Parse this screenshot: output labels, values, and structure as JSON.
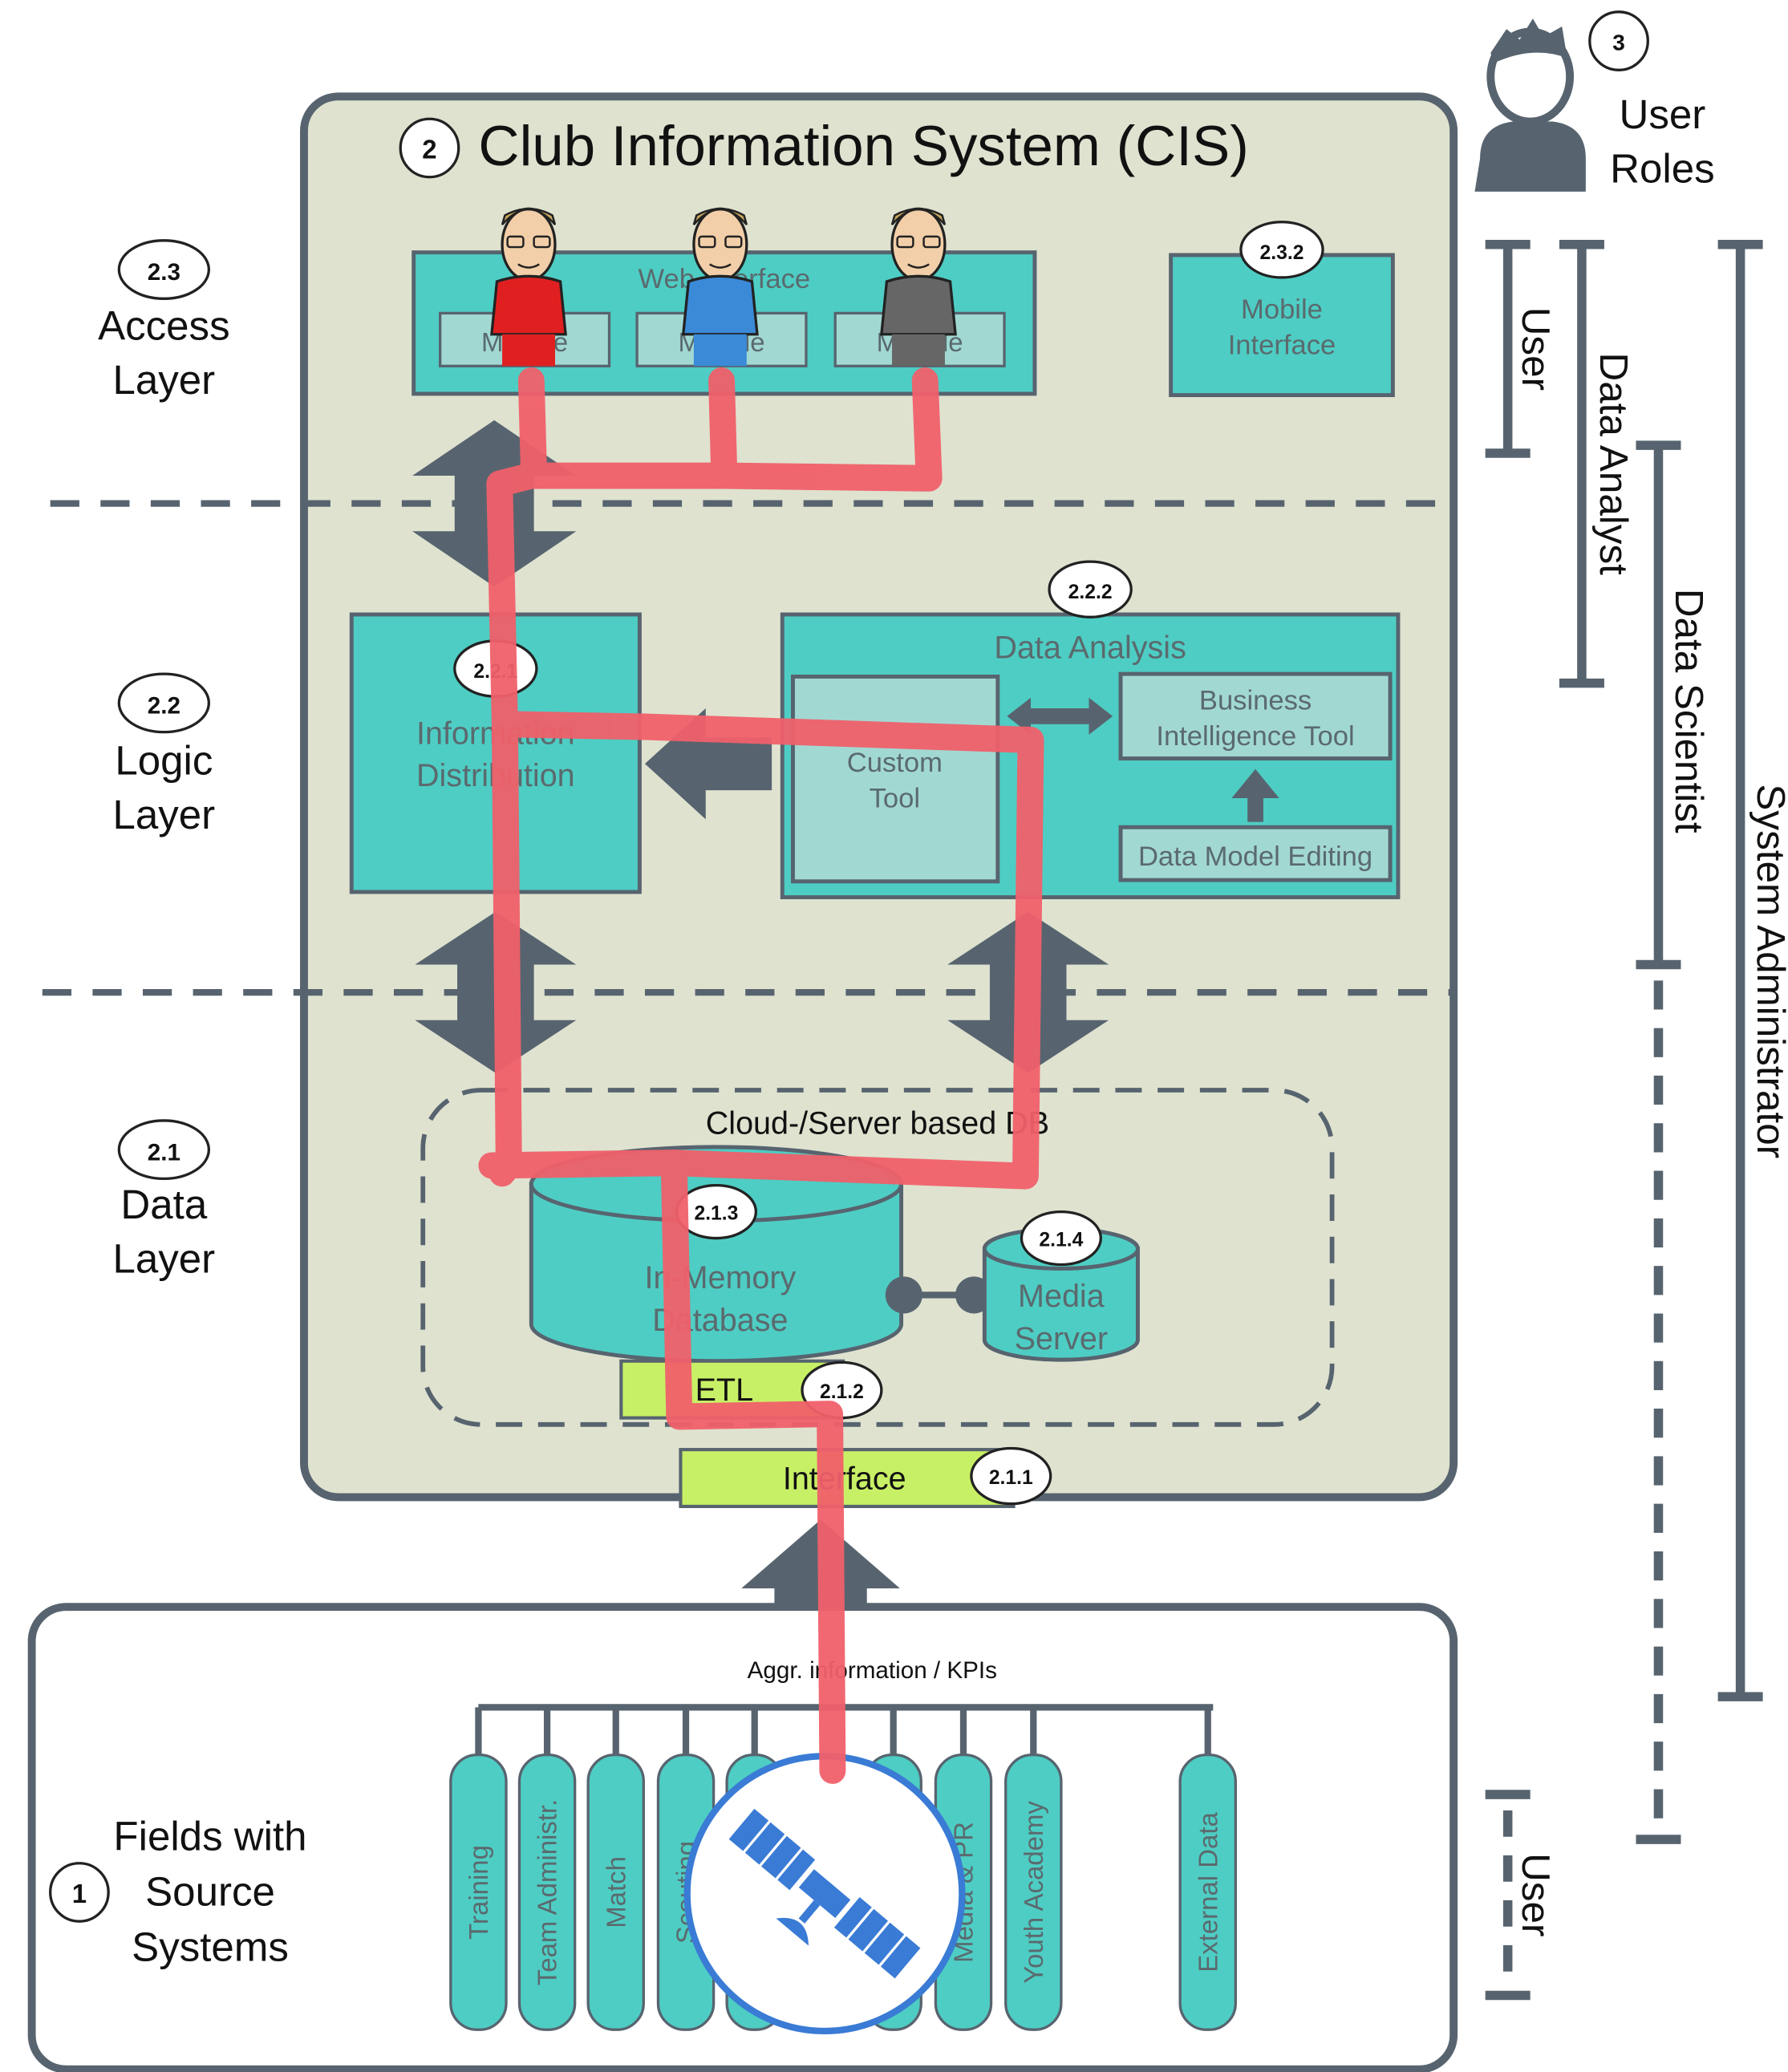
{
  "title": "Club Information System (CIS)",
  "title_badge": "2",
  "user_roles": {
    "badge": "3",
    "label_line1": "User",
    "label_line2": "Roles"
  },
  "layers": {
    "access": {
      "badge": "2.3",
      "line1": "Access",
      "line2": "Layer"
    },
    "logic": {
      "badge": "2.2",
      "line1": "Logic",
      "line2": "Layer"
    },
    "data": {
      "badge": "2.1",
      "line1": "Data",
      "line2": "Layer"
    }
  },
  "access_layer": {
    "web_interface": "Web Interface",
    "modules": [
      "Module",
      "Module",
      "Module"
    ],
    "mobile_interface": {
      "badge": "2.3.2",
      "line1": "Mobile",
      "line2": "Interface"
    }
  },
  "logic_layer": {
    "info_distribution": {
      "badge": "2.2.1",
      "line1": "Information",
      "line2": "Distribution"
    },
    "data_analysis": {
      "badge": "2.2.2",
      "title": "Data Analysis",
      "custom_tool_line1": "Custom",
      "custom_tool_line2": "Tool",
      "bi_tool_line1": "Business",
      "bi_tool_line2": "Intelligence Tool",
      "data_model": "Data Model Editing"
    }
  },
  "data_layer": {
    "cloud_label": "Cloud-/Server based DB",
    "in_memory_db": {
      "badge": "2.1.3",
      "line1": "In-Memory",
      "line2": "Database"
    },
    "media_server": {
      "badge": "2.1.4",
      "line1": "Media",
      "line2": "Server"
    },
    "etl": {
      "label": "ETL",
      "badge": "2.1.2"
    },
    "interface": {
      "label": "Interface",
      "badge": "2.1.1"
    }
  },
  "source_systems": {
    "badge": "1",
    "line1": "Fields with",
    "line2": "Source",
    "line3": "Systems",
    "aggr_label": "Aggr. information / KPIs",
    "fields": [
      "Training",
      "Team Administr.",
      "Match",
      "Scouting",
      "",
      "",
      "Media & PR",
      "Youth Academy",
      "External Data"
    ]
  },
  "role_bars": {
    "user_top": "User",
    "data_analyst": "Data Analyst",
    "data_scientist": "Data Scientist",
    "system_admin": "System Administrator",
    "user_bottom": "User"
  },
  "icons": [
    "person-silhouette-icon",
    "satellite-icon",
    "coach-avatar-icon"
  ],
  "colors": {
    "teal": "#4ecdc4",
    "teal_light": "#a2d8d2",
    "panel_bg": "#dfe2cf",
    "frame": "#57646f",
    "lime": "#c8f066",
    "path_red": "#f0606a",
    "satellite_blue": "#3a7bd5"
  }
}
